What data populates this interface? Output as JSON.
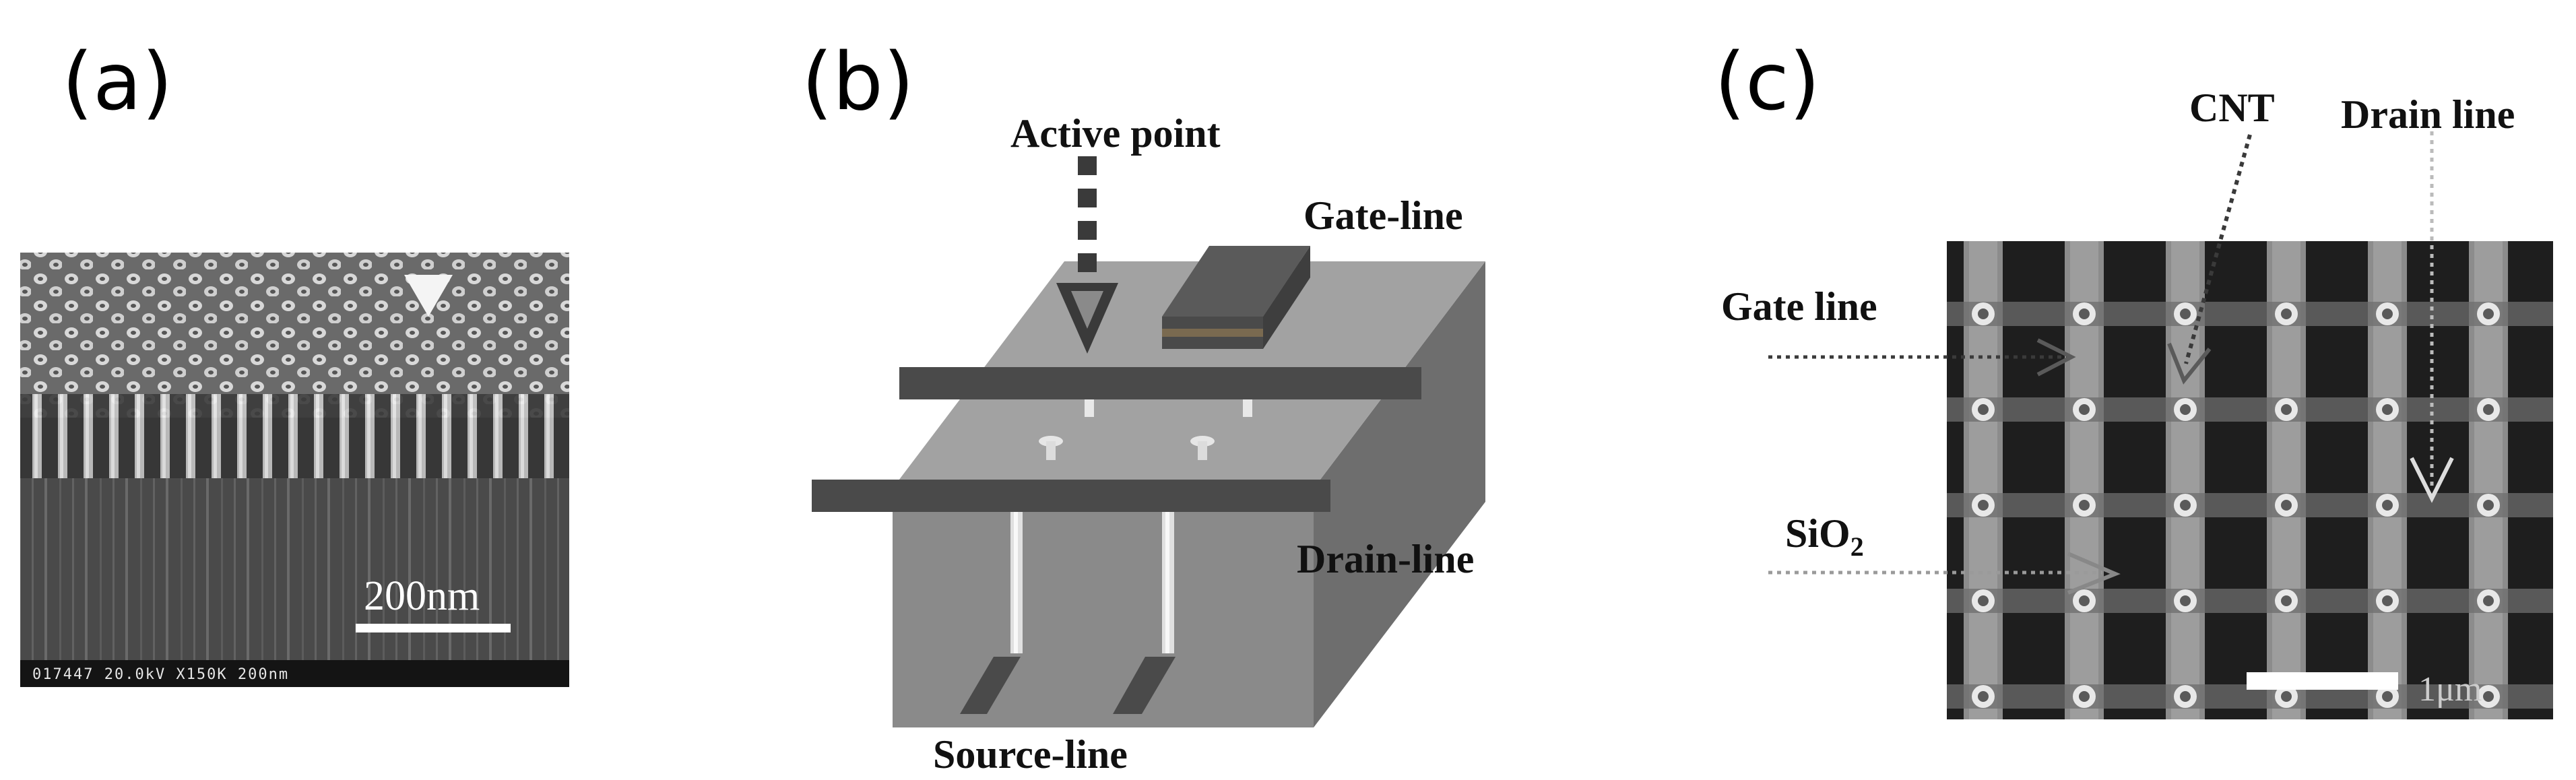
{
  "panels": {
    "a": {
      "label": "(a)",
      "scale_bar": "200nm",
      "footer": "017447  20.0kV  X150K  200nm"
    },
    "b": {
      "label": "(b)",
      "active_point": "Active point",
      "gate_line": "Gate-line",
      "drain_line": "Drain-line",
      "source_line": "Source-line"
    },
    "c": {
      "label": "(c)",
      "cnt": "CNT",
      "drain_line": "Drain line",
      "gate_line": "Gate line",
      "sio2_main": "SiO",
      "sio2_sub": "2",
      "scale_unit": "1μm"
    }
  },
  "colors": {
    "device_top": "#9a9a9a",
    "device_front": "#8a8a8a",
    "device_side": "#6e6e6e",
    "electrode": "#4a4a4a",
    "arrow": "#3a3a3a",
    "sem_background": "#1e1e1e",
    "sem_bright": "#d9d9d9"
  }
}
